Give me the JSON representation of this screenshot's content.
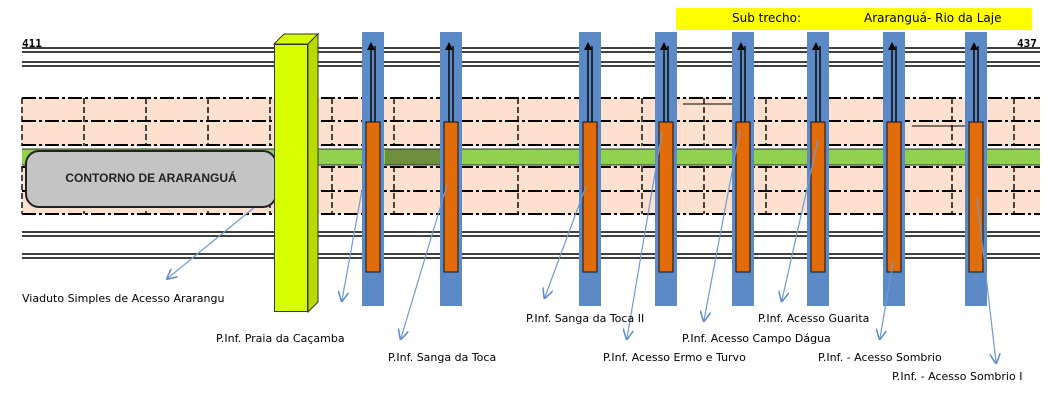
{
  "header": {
    "km_start": "411",
    "km_end": "437",
    "subtrecho_label": "Sub trecho:",
    "subtrecho_value": "Araranguá- Rio da Laje"
  },
  "road": {
    "contorno_label": "CONTORNO DE ARARANGUÁ"
  },
  "structures": [
    {
      "name": "Viaduto Simples de Acesso Ararangu",
      "type": "viaduct"
    },
    {
      "name": "P.Inf. Praia da Caçamba",
      "type": "underpass"
    },
    {
      "name": "P.Inf. Sanga da Toca",
      "type": "underpass"
    },
    {
      "name": "P.Inf. Sanga da Toca II",
      "type": "underpass"
    },
    {
      "name": "P.Inf. Acesso Ermo e Turvo",
      "type": "underpass"
    },
    {
      "name": "P.Inf. Acesso Campo Dágua",
      "type": "underpass"
    },
    {
      "name": "P.Inf. Acesso Guarita",
      "type": "underpass"
    },
    {
      "name": "P.Inf. - Acesso Sombrio",
      "type": "underpass"
    },
    {
      "name": "P.Inf. - Acesso Sombrio I",
      "type": "underpass"
    }
  ],
  "colors": {
    "lane_fill": "#fde0cd",
    "median_green": "#92d050",
    "median_dark": "#6e8f3c",
    "underpass_blue": "#5b8ac6",
    "underpass_orange": "#e36c0a",
    "viaduct_yellow": "#d7ff00",
    "leader_line": "#6d9bd1",
    "banner_yellow": "#ffff00"
  }
}
